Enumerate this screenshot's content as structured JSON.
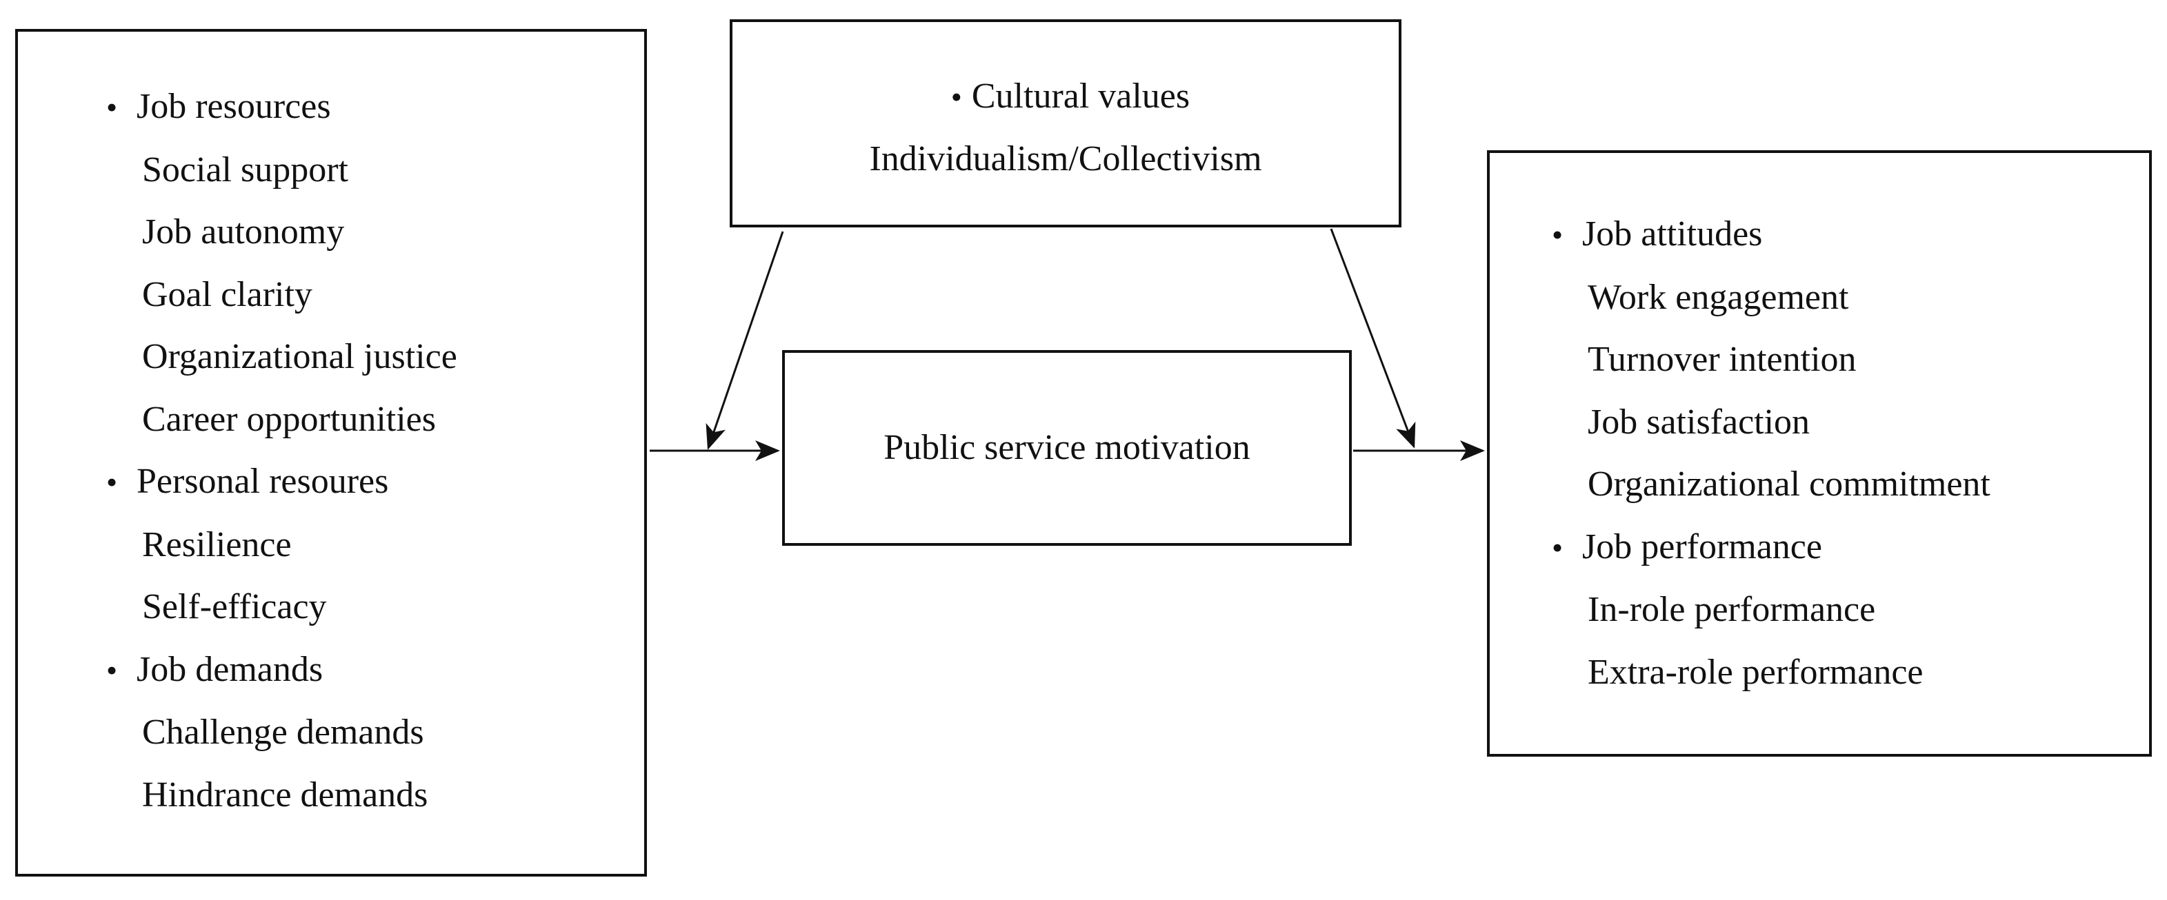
{
  "antecedents": {
    "groups": [
      {
        "heading": "Job resources",
        "items": [
          "Social support",
          "Job autonomy",
          "Goal clarity",
          "Organizational justice",
          "Career opportunities"
        ]
      },
      {
        "heading": "Personal resoures",
        "items": [
          "Resilience",
          "Self-efficacy"
        ]
      },
      {
        "heading": "Job demands",
        "items": [
          "Challenge demands",
          "Hindrance demands"
        ]
      }
    ]
  },
  "moderator": {
    "heading": "Cultural values",
    "subtext": "Individualism/Collectivism"
  },
  "mediator": {
    "label": "Public service motivation"
  },
  "outcomes": {
    "groups": [
      {
        "heading": "Job attitudes",
        "items": [
          "Work engagement",
          "Turnover intention",
          "Job satisfaction",
          "Organizational commitment"
        ]
      },
      {
        "heading": "Job performance",
        "items": [
          "In-role performance",
          "Extra-role performance"
        ]
      }
    ]
  },
  "bullet_glyph": "•"
}
